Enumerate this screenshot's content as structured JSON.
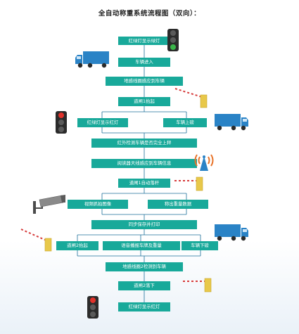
{
  "title": "全自动称重系统流程图（双向）：",
  "steps": {
    "s1": "红绿灯显示绿灯",
    "s2": "车辆进入",
    "s3": "地感线圈感应到车辆",
    "s4": "道闸1抬起",
    "s5l": "红绿灯显示红灯",
    "s5r": "车辆上磅",
    "s6": "红外检测车辆是否完全上秤",
    "s7": "阅读器天线感应到车辆信息",
    "s8": "道闸1自动落杆",
    "s9l": "视频抓拍图像",
    "s9r": "称出重量数据",
    "s10": "同步保存并打印",
    "s11a": "道闸2抬起",
    "s11b": "语音播报车牌及重量",
    "s11c": "车辆下磅",
    "s12": "地感线圈2检测到车辆",
    "s13": "道闸2落下",
    "s14": "红绿灯显示红灯"
  },
  "colors": {
    "box": "#18a99a",
    "connector": "#1b6f9a",
    "truck": "#2a83c6",
    "light_red": "#e0322b",
    "light_green": "#3bb54a"
  },
  "icons": [
    "traffic-light-green-icon",
    "truck-icon",
    "barrier-gate-icon",
    "traffic-light-red-icon",
    "antenna-icon",
    "camera-icon"
  ]
}
